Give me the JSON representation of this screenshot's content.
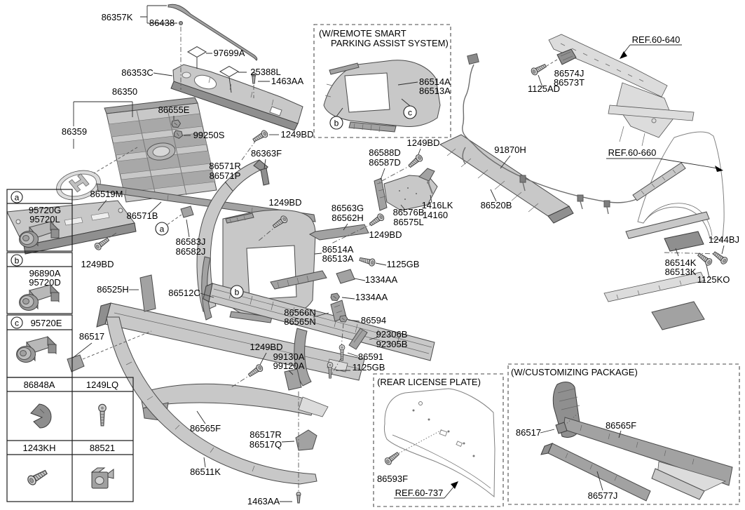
{
  "doc": {
    "type": "exploded-parts-diagram",
    "subject": "Front bumper, radiator grille and mounting hardware"
  },
  "colors": {
    "background": "#ffffff",
    "line": "#2b2b2b",
    "part_fill": "#c8c8c8",
    "part_dark": "#a2a2a2"
  },
  "parts": {
    "86357K": "86357K",
    "86438": "86438",
    "97699A": "97699A",
    "86353C": "86353C",
    "25388L": "25388L",
    "1463AA": "1463AA",
    "86350": "86350",
    "86655E": "86655E",
    "86359": "86359",
    "99250S": "99250S",
    "1249BD": "1249BD",
    "86363F": "86363F",
    "86571R": "86571R",
    "86571P": "86571P",
    "86588D": "86588D",
    "86587D": "86587D",
    "86519M": "86519M",
    "86571B": "86571B",
    "86583J": "86583J",
    "86582J": "86582J",
    "86563G": "86563G",
    "86562H": "86562H",
    "86576B": "86576B",
    "86575L": "86575L",
    "1416LK": "1416LK",
    "14160": "14160",
    "86514A": "86514A",
    "86513A": "86513A",
    "1125GB": "1125GB",
    "1334AA": "1334AA",
    "86566N": "86566N",
    "86565N": "86565N",
    "86594": "86594",
    "92306B": "92306B",
    "92305B": "92305B",
    "86591": "86591",
    "86525H": "86525H",
    "86512C": "86512C",
    "86517": "86517",
    "99130A": "99130A",
    "99120A": "99120A",
    "86565F": "86565F",
    "86517R": "86517R",
    "86517Q": "86517Q",
    "86511K": "86511K",
    "86520B": "86520B",
    "91870H": "91870H",
    "86574J": "86574J",
    "86573T": "86573T",
    "1125AD": "1125AD",
    "1244BJ": "1244BJ",
    "86514K": "86514K",
    "86513K": "86513K",
    "1125KO": "1125KO",
    "86593F": "86593F",
    "86577J": "86577J",
    "95720G": "95720G",
    "95720L": "95720L",
    "96890A": "96890A",
    "95720D": "95720D",
    "95720E": "95720E",
    "86848A": "86848A",
    "1249LQ": "1249LQ",
    "1243KH": "1243KH",
    "88521": "88521"
  },
  "refs": {
    "r640": "REF.60-640",
    "r660": "REF.60-660",
    "r737": "REF.60-737"
  },
  "insets": {
    "remote_line1": "(W/REMOTE SMART",
    "remote_line2": "PARKING ASSIST SYSTEM)",
    "license_title": "(REAR LICENSE PLATE)",
    "customizing_title": "(W/CUSTOMIZING PACKAGE)"
  },
  "callouts": {
    "a": "a",
    "b": "b",
    "c": "c"
  }
}
